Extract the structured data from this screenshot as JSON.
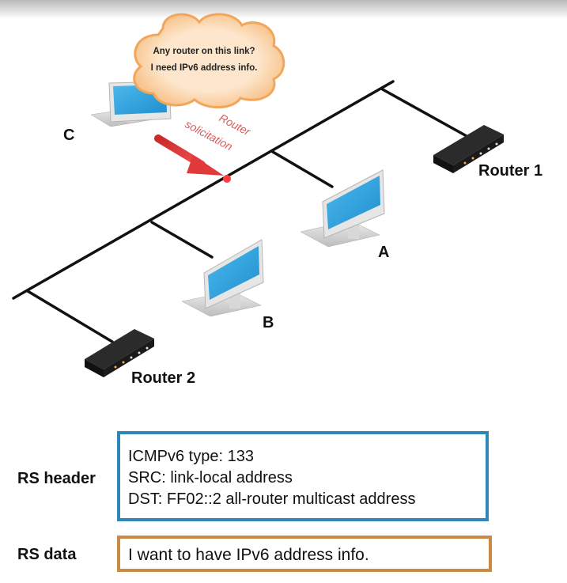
{
  "bubble": {
    "line1": "Any router on this link?",
    "line2": "I need IPv6 address info."
  },
  "arrow_label": {
    "line1": "Router",
    "line2": "solicitation"
  },
  "nodes": {
    "c": "C",
    "a": "A",
    "b": "B",
    "router1": "Router 1",
    "router2": "Router 2"
  },
  "rs_header": {
    "label": "RS header",
    "lines": [
      "ICMPv6 type: 133",
      "SRC: link-local address",
      "DST: FF02::2 all-router multicast address"
    ]
  },
  "rs_data": {
    "label": "RS data",
    "text": "I want to have IPv6 address info."
  },
  "colors": {
    "bubble_fill": "#fbd8b0",
    "bubble_stroke": "#f3a55a",
    "arrow": "#e23a3a",
    "screen": "#2ea3dd",
    "header_border": "#2f86b8",
    "data_border": "#c98a45"
  }
}
